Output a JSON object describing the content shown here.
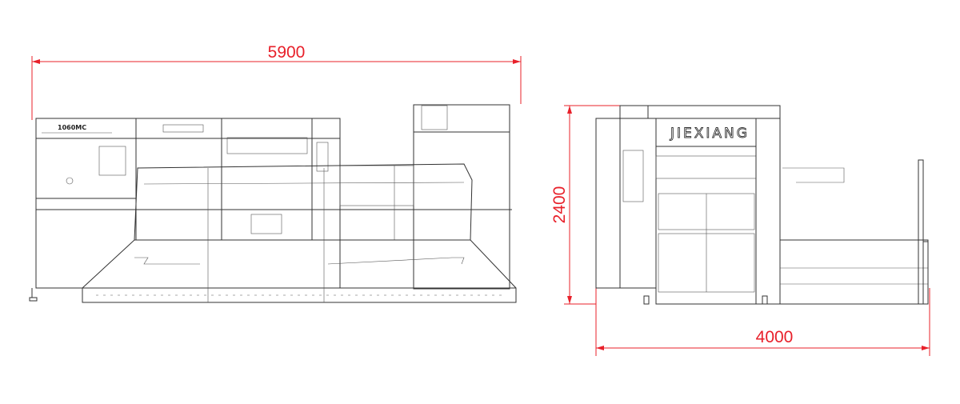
{
  "drawing": {
    "model_label": "1060MC",
    "brand_label": "JIEXIANG",
    "colors": {
      "dimension": "#e8202a",
      "outline": "#333333"
    }
  },
  "dimensions": {
    "length": "5900",
    "height": "2400",
    "width": "4000"
  }
}
